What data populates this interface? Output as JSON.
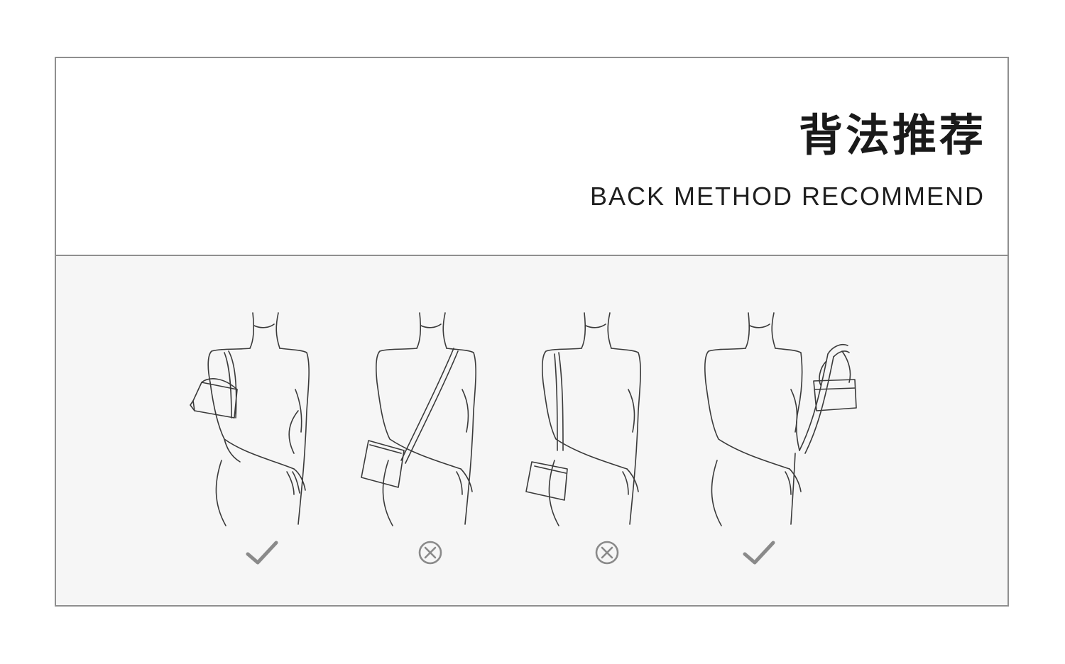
{
  "header": {
    "title_cn": "背法推荐",
    "title_en": "BACK METHOD RECOMMEND"
  },
  "examples": [
    {
      "pose": "shoulder-carry",
      "verdict": "recommended",
      "icon": "check-icon"
    },
    {
      "pose": "crossbody-long-strap",
      "verdict": "not-recommended",
      "icon": "cross-circle-icon"
    },
    {
      "pose": "shoulder-long-strap",
      "verdict": "not-recommended",
      "icon": "cross-circle-icon"
    },
    {
      "pose": "hand-carry",
      "verdict": "recommended",
      "icon": "check-icon"
    }
  ],
  "colors": {
    "line_art": "#3a3a3a",
    "mark": "#8a8a8a",
    "panel_bg": "#f6f6f6",
    "border": "#8f8f8f",
    "title": "#1a1a1a"
  }
}
